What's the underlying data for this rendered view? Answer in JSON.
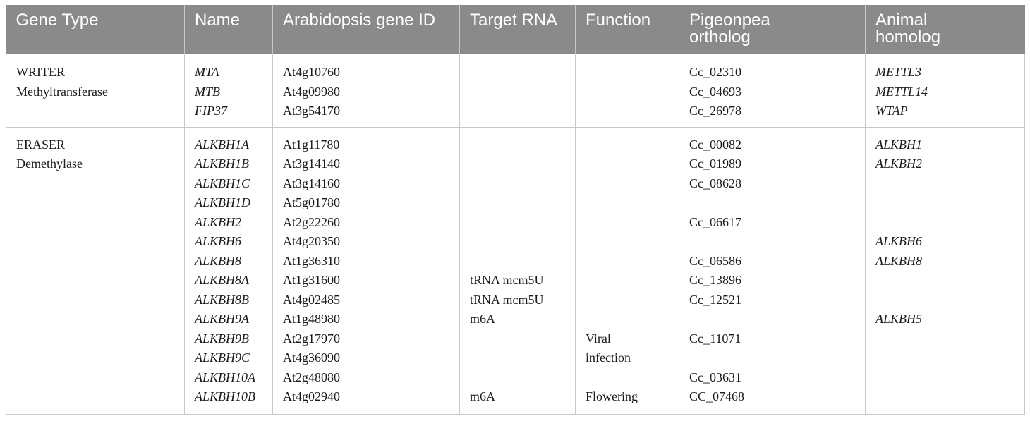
{
  "headers": [
    "Gene Type",
    "Name",
    "Arabidopsis gene ID",
    "Target RNA",
    "Function",
    "Pigeonpea\northolog",
    "Animal\nhomolog"
  ],
  "rows": [
    {
      "gene_type": [
        "WRITER",
        "Methyltransferase"
      ],
      "name": [
        "MTA",
        "MTB",
        "FIP37"
      ],
      "gene_id": [
        "At4g10760",
        "At4g09980",
        "At3g54170"
      ],
      "target_rna": [
        "",
        "",
        ""
      ],
      "function": [
        "",
        "",
        ""
      ],
      "ortholog": [
        "Cc_02310",
        "Cc_04693",
        "Cc_26978"
      ],
      "homolog": [
        "METTL3",
        "METTL14",
        "WTAP"
      ]
    },
    {
      "gene_type": [
        "ERASER",
        "Demethylase"
      ],
      "name": [
        "ALKBH1A",
        "ALKBH1B",
        "ALKBH1C",
        "ALKBH1D",
        "ALKBH2",
        "ALKBH6",
        "ALKBH8",
        "ALKBH8A",
        "ALKBH8B",
        "ALKBH9A",
        "ALKBH9B",
        "ALKBH9C",
        "ALKBH10A",
        "ALKBH10B"
      ],
      "gene_id": [
        "At1g11780",
        "At3g14140",
        "At3g14160",
        "At5g01780",
        "At2g22260",
        "At4g20350",
        "At1g36310",
        "At1g31600",
        "At4g02485",
        "At1g48980",
        "At2g17970",
        "At4g36090",
        "At2g48080",
        "At4g02940"
      ],
      "target_rna": [
        "",
        "",
        "",
        "",
        "",
        "",
        "",
        "tRNA mcm5U",
        "tRNA mcm5U",
        "m6A",
        "",
        "",
        "",
        "m6A"
      ],
      "function": [
        "",
        "",
        "",
        "",
        "",
        "",
        "",
        "",
        "",
        "",
        "Viral",
        "infection",
        "",
        "Flowering"
      ],
      "ortholog": [
        "Cc_00082",
        "Cc_01989",
        "Cc_08628",
        "",
        "Cc_06617",
        "",
        "Cc_06586",
        "Cc_13896",
        "Cc_12521",
        "",
        "Cc_11071",
        "",
        "Cc_03631",
        "CC_07468"
      ],
      "homolog": [
        "ALKBH1",
        "ALKBH2",
        "",
        "",
        "",
        "ALKBH6",
        "ALKBH8",
        "",
        "",
        "ALKBH5",
        "",
        "",
        "",
        ""
      ]
    }
  ]
}
